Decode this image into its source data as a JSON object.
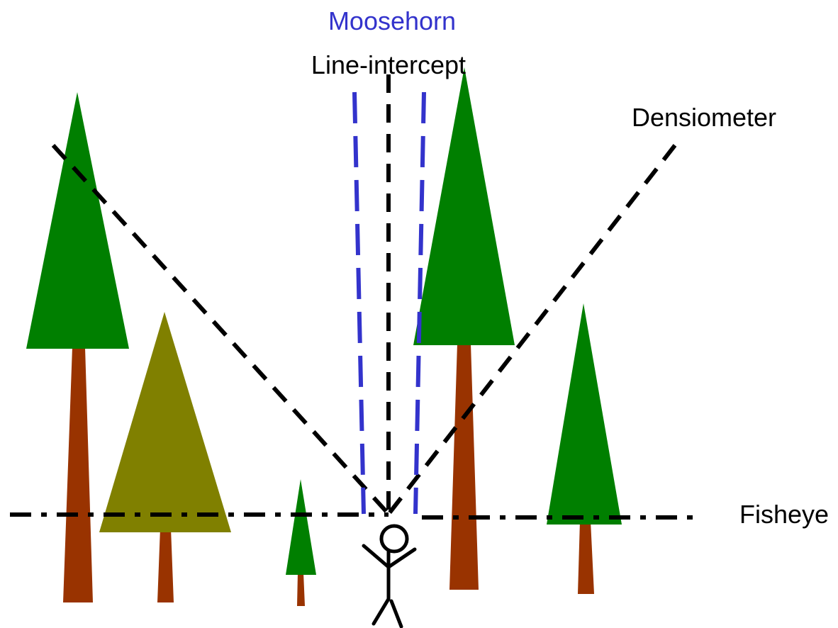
{
  "labels": {
    "moosehorn": "Moosehorn",
    "line_intercept": "Line-intercept",
    "densiometer": "Densiometer",
    "fisheye": "Fisheye"
  },
  "colors": {
    "background": "#ffffff",
    "conifer_green": "#007f00",
    "deciduous_olive": "#808000",
    "trunk_brown": "#993300",
    "moosehorn_blue": "#3333cc",
    "line_black": "#000000"
  },
  "icons": {
    "observer": "stick-figure-icon",
    "tree": "conifer-tree-icon"
  }
}
